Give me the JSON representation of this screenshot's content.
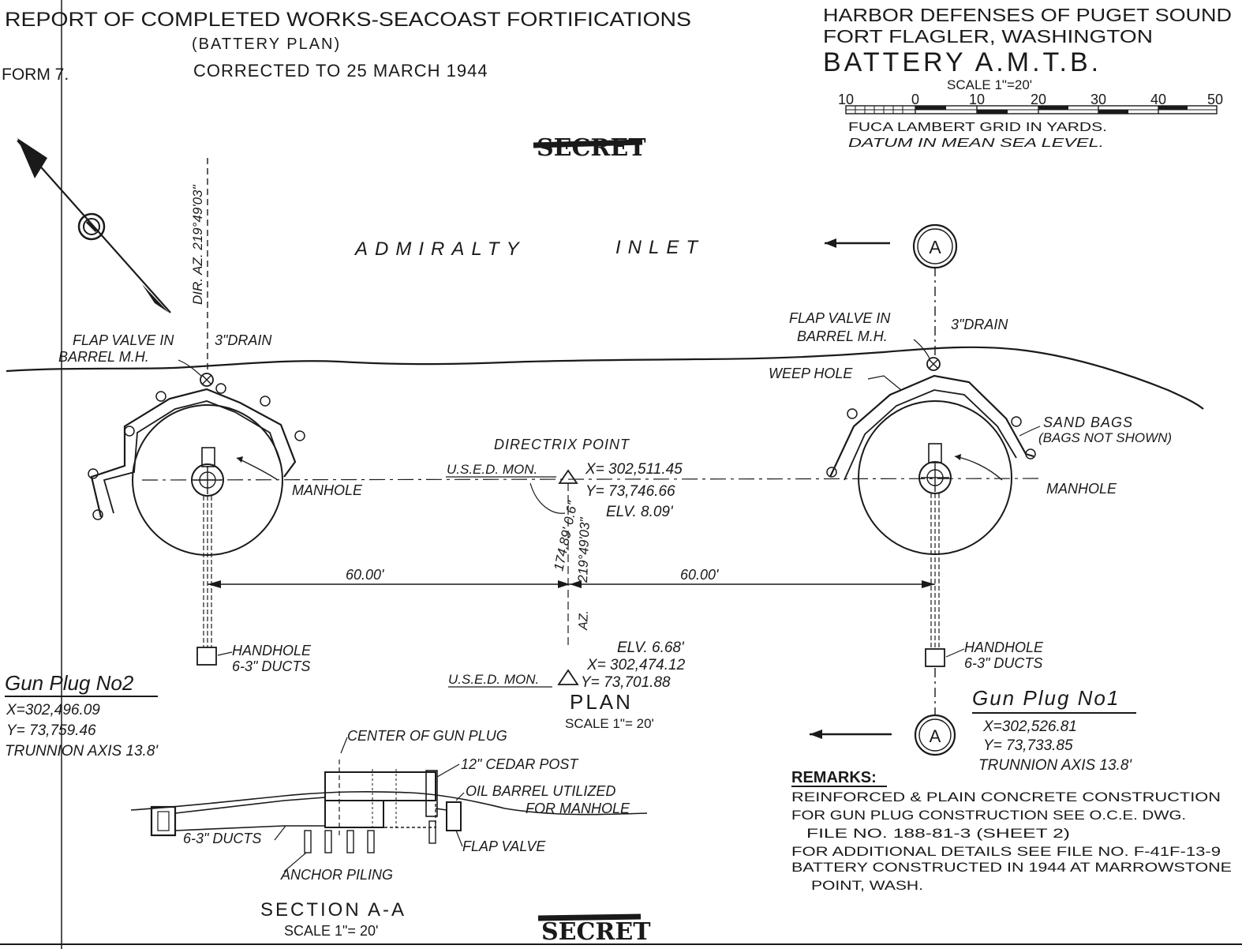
{
  "header_left": {
    "line1": "REPORT OF COMPLETED WORKS-SEACOAST FORTIFICATIONS",
    "line2": "(BATTERY PLAN)",
    "form": "FORM 7.",
    "corrected": "CORRECTED TO 25 MARCH 1944"
  },
  "header_right": {
    "line1": "HARBOR DEFENSES OF PUGET SOUND",
    "line2": "FORT FLAGLER, WASHINGTON",
    "battery": "BATTERY A.M.T.B.",
    "scale": "SCALE 1\"=20'",
    "scale_ticks": [
      "10",
      "0",
      "10",
      "20",
      "30",
      "40",
      "50"
    ],
    "grid_note": "FUCA LAMBERT GRID IN YARDS.",
    "datum_note": "DATUM IN MEAN SEA LEVEL."
  },
  "stamps": {
    "top": "SECRET",
    "bottom": "SECRET"
  },
  "plan": {
    "water_label_1": "ADMIRALTY",
    "water_label_2": "INLET",
    "dir_az": "DIR. AZ. 219°49'03\"",
    "section_marker": "A",
    "flap_valve_left_1": "FLAP VALVE IN",
    "flap_valve_left_2": "BARREL M.H.",
    "drain_left": "3\"DRAIN",
    "flap_valve_right_1": "FLAP VALVE IN",
    "flap_valve_right_2": "BARREL M.H.",
    "drain_right": "3\"DRAIN",
    "weep_hole": "WEEP HOLE",
    "sand_bags_1": "SAND BAGS",
    "sand_bags_2": "(BAGS NOT SHOWN)",
    "manhole_left": "MANHOLE",
    "manhole_right": "MANHOLE",
    "directrix": "DIRECTRIX POINT",
    "used_mon_1": "U.S.E.D. MON.",
    "mon1_x": "X= 302,511.45",
    "mon1_y": "Y= 73,746.66",
    "mon1_elv": "ELV. 8.09'",
    "dist_vertical": "174.89' 0.6\"",
    "az_vertical": "219°49'03\"",
    "az_short": "AZ.",
    "dim_left": "60.00'",
    "dim_right": "60.00'",
    "mon2_elv": "ELV. 6.68'",
    "mon2_x": "X= 302,474.12",
    "used_mon_2": "U.S.E.D. MON.",
    "mon2_y": "Y= 73,701.88",
    "plan_title": "PLAN",
    "plan_scale": "SCALE 1\"= 20'",
    "handhole_left_1": "HANDHOLE",
    "handhole_left_2": "6-3\" DUCTS",
    "handhole_right_1": "HANDHOLE",
    "handhole_right_2": "6-3\" DUCTS"
  },
  "gun_plug_2": {
    "title": "Gun Plug No2",
    "x": "X=302,496.09",
    "y": "Y= 73,759.46",
    "trunnion": "TRUNNION AXIS 13.8'"
  },
  "gun_plug_1": {
    "title": "Gun Plug No1",
    "x": "X=302,526.81",
    "y": "Y= 73,733.85",
    "trunnion": "TRUNNION AXIS 13.8'"
  },
  "section": {
    "center_label": "CENTER OF GUN PLUG",
    "cedar_post": "12\" CEDAR POST",
    "oil_barrel_1": "OIL BARREL UTILIZED",
    "oil_barrel_2": "FOR MANHOLE",
    "ducts": "6-3\" DUCTS",
    "flap_valve": "FLAP VALVE",
    "anchor_piling": "ANCHOR PILING",
    "title": "SECTION A-A",
    "scale": "SCALE 1\"= 20'"
  },
  "remarks": {
    "heading": "REMARKS:",
    "line1": "REINFORCED & PLAIN CONCRETE CONSTRUCTION",
    "line2": "FOR GUN PLUG CONSTRUCTION SEE O.C.E. DWG.",
    "line3": "FILE NO. 188-81-3 (SHEET 2)",
    "line4": "FOR ADDITIONAL DETAILS SEE FILE NO. F-41F-13-9",
    "line5": "BATTERY CONSTRUCTED IN 1944 AT MARROWSTONE",
    "line6": "POINT, WASH."
  },
  "icons": {
    "north_arrow": "north-arrow-icon",
    "survey_monument": "triangle-monument-icon",
    "section_bubble": "section-marker-icon"
  },
  "colors": {
    "ink": "#1a1a1a",
    "paper": "#ffffff"
  }
}
